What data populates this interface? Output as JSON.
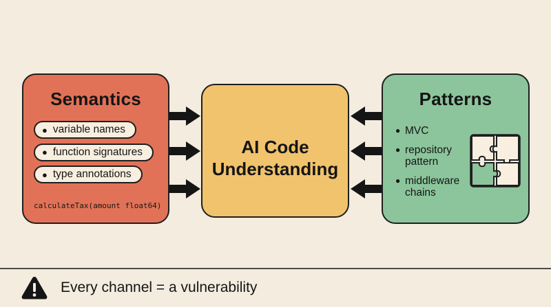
{
  "semantics": {
    "title": "Semantics",
    "items": [
      "variable names",
      "function signatures",
      "type annotations"
    ],
    "code_snippet": "calculateTax(amount float64)"
  },
  "center": {
    "title_line1": "AI Code",
    "title_line2": "Understanding"
  },
  "patterns": {
    "title": "Patterns",
    "items": [
      "MVC",
      "repository pattern",
      "middleware chains"
    ]
  },
  "footer": {
    "text": "Every channel = a vulnerability"
  },
  "icons": {
    "puzzle": "puzzle-icon",
    "warning": "warning-icon",
    "arrow": "arrow-icon"
  },
  "colors": {
    "background": "#f3ecdf",
    "semantics_box": "#e27257",
    "center_box": "#f1c36c",
    "patterns_box": "#8cc59c",
    "pill_fill": "#f8efe0",
    "stroke": "#1e1e1e"
  }
}
